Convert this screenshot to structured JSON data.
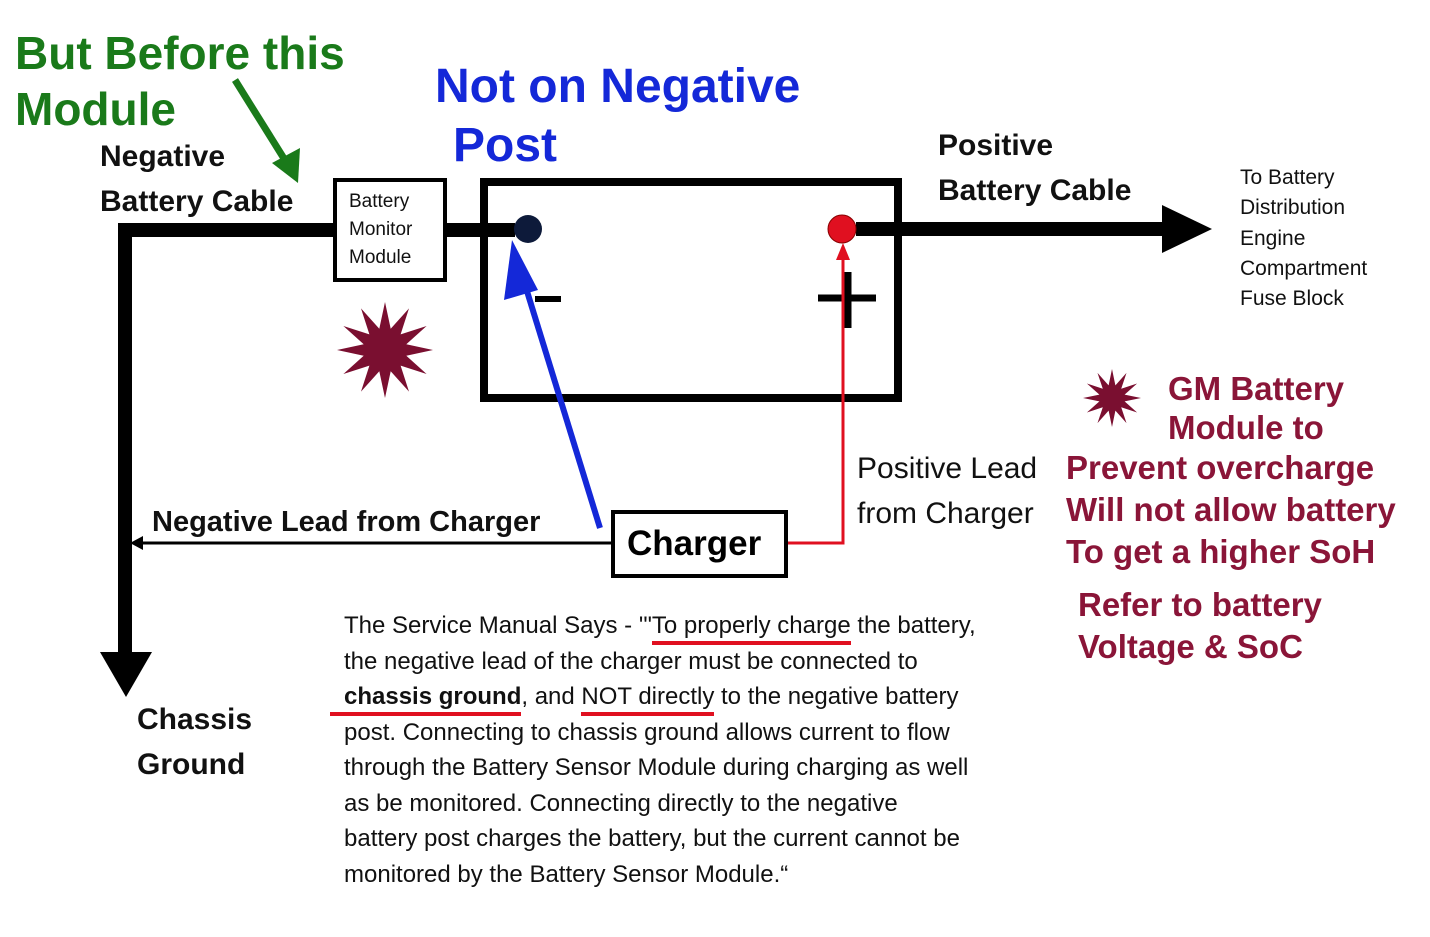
{
  "annotations": {
    "before_module": [
      "But Before this",
      "Module"
    ],
    "not_negative_post": [
      "Not on Negative",
      "Post"
    ]
  },
  "labels": {
    "negative_cable": [
      "Negative",
      "Battery Cable"
    ],
    "positive_cable": [
      "Positive",
      "Battery Cable"
    ],
    "module": [
      "Battery",
      "Monitor",
      "Module"
    ],
    "distribution": [
      "To Battery",
      "Distribution",
      "Engine",
      "Compartment",
      "Fuse Block"
    ],
    "charger": "Charger",
    "negative_lead": "Negative Lead from Charger",
    "positive_lead": [
      "Positive Lead",
      "from Charger"
    ],
    "chassis_ground": [
      "Chassis",
      "Ground"
    ],
    "minus": "−",
    "plus": "+"
  },
  "gm_note": [
    "GM Battery",
    "Module to",
    "Prevent overcharge",
    "Will not allow battery",
    "To get a higher SoH"
  ],
  "refer_note": [
    "Refer to battery",
    "Voltage & SoC"
  ],
  "quote": {
    "l1a": "The Service Manual Says -  '\"",
    "l1b": "To properly charge",
    "l1c": " the battery,",
    "l2": "the negative lead of the charger must be connected to",
    "l3a": "chassis ground",
    "l3b": ", and ",
    "l3c": "NOT directly",
    "l3d": " to the negative battery",
    "l4": "post. Connecting to chassis ground allows current to flow",
    "l5": "through the Battery Sensor Module during charging as well",
    "l6": "as be monitored. Connecting directly to the negative",
    "l7": "battery post charges the battery, but the current cannot be",
    "l8": "monitored by the Battery Sensor Module.“"
  },
  "colors": {
    "green": "#1a7a1a",
    "blue": "#1428d8",
    "maroon": "#8a1538",
    "red": "#e01020",
    "terminal_negative": "#0d1a3a"
  }
}
